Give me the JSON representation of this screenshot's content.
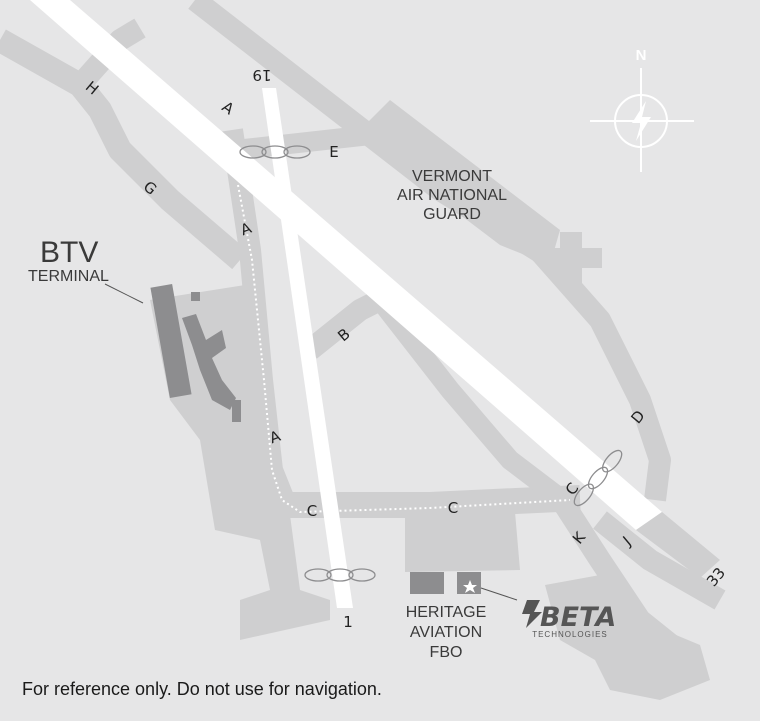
{
  "terminal": {
    "title": "BTV",
    "subtitle": "TERMINAL"
  },
  "guard": {
    "line1": "VERMONT",
    "line2": "AIR NATIONAL",
    "line3": "GUARD"
  },
  "fbo": {
    "line1": "HERITAGE",
    "line2": "AVIATION",
    "line3": "FBO"
  },
  "beta": {
    "logo_text": "BETA",
    "tagline": "TECHNOLOGIES"
  },
  "compass": {
    "north_label": "N",
    "center_icon": "lightning-bolt-icon"
  },
  "runways": {
    "r19": "19",
    "r1": "1",
    "r33": "33"
  },
  "taxiways": {
    "h": "H",
    "g": "G",
    "a_top": "A",
    "a_mid": "A",
    "a_low": "A",
    "e": "E",
    "b": "B",
    "c_left": "C",
    "c_mid": "C",
    "c_right": "C",
    "d": "D",
    "k": "K",
    "j": "J"
  },
  "disclaimer": "For reference only. Do not use for navigation.",
  "colors": {
    "background": "#e6e6e7",
    "taxiway": "#cfcfd0",
    "building": "#8d8d8f",
    "runway": "#ffffff",
    "text": "#3a3a3a"
  }
}
